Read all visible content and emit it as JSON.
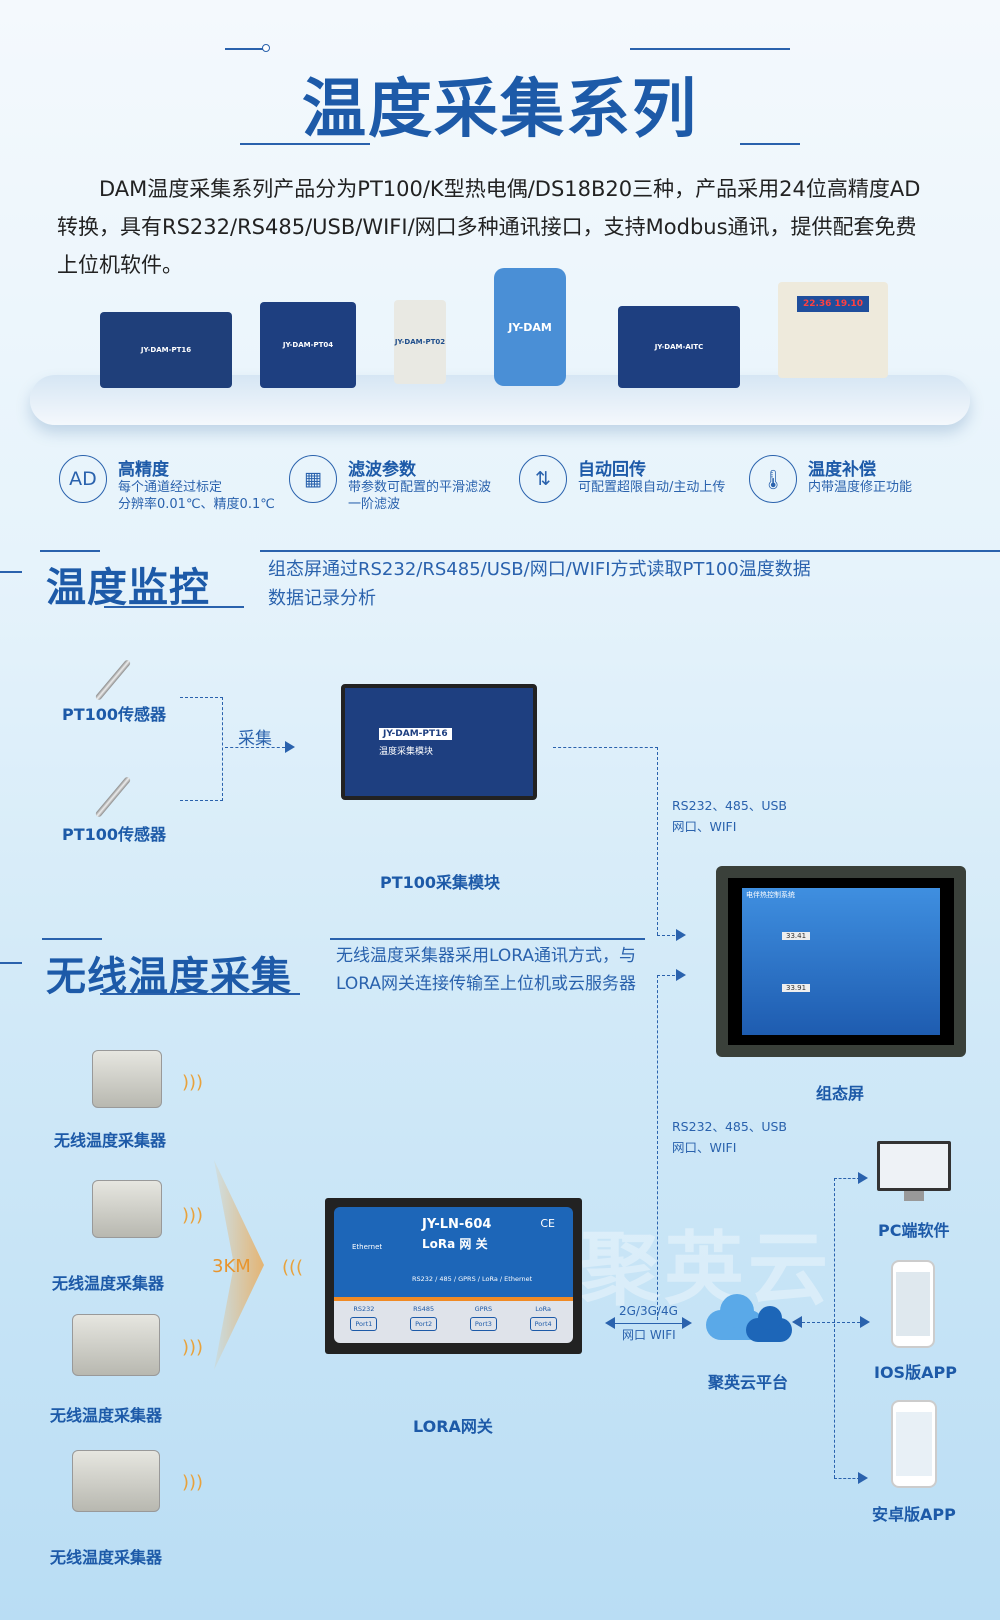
{
  "header": {
    "title": "温度采集系列",
    "intro": "DAM温度采集系列产品分为PT100/K型热电偶/DS18B20三种，产品采用24位高精度AD转换，具有RS232/RS485/USB/WIFI/网口多种通讯接口，支持Modbus通讯，提供配套免费上位机软件。"
  },
  "products": [
    "JY-DAM-PT16",
    "JY-DAM-PT04",
    "JY-DAM-PT02",
    "JY-DAM",
    "JY-DAM-AITC",
    "22.36 19.10"
  ],
  "features": [
    {
      "icon": "AD",
      "title": "高精度",
      "desc1": "每个通道经过标定",
      "desc2": "分辨率0.01℃、精度0.1℃"
    },
    {
      "icon": "filter-icon",
      "title": "滤波参数",
      "desc1": "带参数可配置的平滑滤波",
      "desc2": "一阶滤波"
    },
    {
      "icon": "upload-icon",
      "title": "自动回传",
      "desc1": "可配置超限自动/主动上传",
      "desc2": ""
    },
    {
      "icon": "thermometer-icon",
      "title": "温度补偿",
      "desc1": "内带温度修正功能",
      "desc2": ""
    }
  ],
  "monitor": {
    "title": "温度监控",
    "desc1": "组态屏通过RS232/RS485/USB/网口/WIFI方式读取PT100温度数据",
    "desc2": "数据记录分析",
    "sensor1": "PT100传感器",
    "sensor2": "PT100传感器",
    "collect": "采集",
    "module_label": "PT100采集模块",
    "module_name": "JY-DAM-PT16",
    "module_sub": "温度采集模块",
    "link1": "RS232、485、USB",
    "link2": "网口、WIFI",
    "hmi_label": "组态屏",
    "hmi_title": "电伴热控制系统",
    "hmi_t1": "33.41",
    "hmi_t2": "33.91"
  },
  "wireless": {
    "title": "无线温度采集",
    "desc1": "无线温度采集器采用LORA通讯方式，与",
    "desc2": "LORA网关连接传输至上位机或云服务器",
    "sensors": [
      "无线温度采集器",
      "无线温度采集器",
      "无线温度采集器",
      "无线温度采集器"
    ],
    "distance": "3KM",
    "gateway_model": "JY-LN-604",
    "gateway_name": "LoRa 网 关",
    "gateway_ifaces": "RS232 / 485 / GPRS / LoRa / Ethernet",
    "gateway_eth": "Ethernet",
    "ports": [
      "RS232",
      "RS485",
      "GPRS",
      "LoRa"
    ],
    "port_names": [
      "Port1",
      "Port2",
      "Port3",
      "Port4"
    ],
    "gateway_label": "LORA网关",
    "link1": "RS232、485、USB",
    "link2": "网口、WIFI",
    "net1": "2G/3G/4G",
    "net2": "网口 WIFI",
    "cloud_label": "聚英云平台",
    "watermark": "聚英云",
    "pc_label": "PC端软件",
    "ios_label": "IOS版APP",
    "android_label": "安卓版APP"
  }
}
